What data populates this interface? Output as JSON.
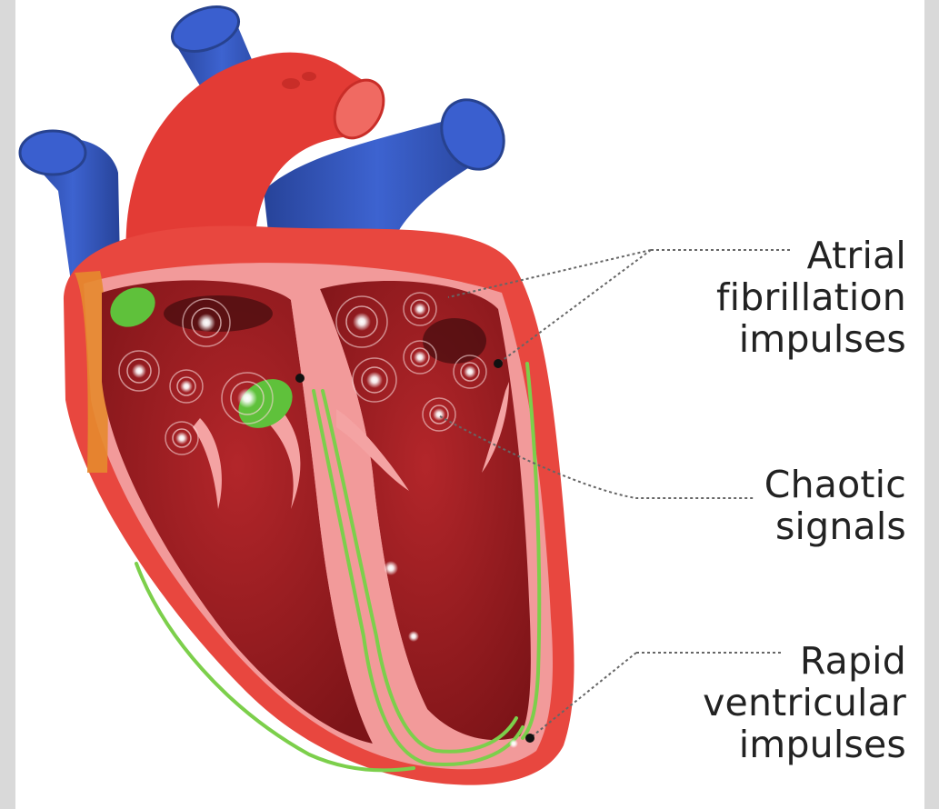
{
  "labels": {
    "atrial": {
      "lines": [
        "Atrial",
        "fibrillation",
        "impulses"
      ]
    },
    "chaotic": {
      "lines": [
        "Chaotic",
        "signals"
      ]
    },
    "rapid": {
      "lines": [
        "Rapid",
        "ventricular",
        "impulses"
      ]
    }
  },
  "colors": {
    "background": "#d9d9d9",
    "panel": "#ffffff",
    "heart_outer": "#e8473f",
    "heart_wall": "#f29a9a",
    "chamber": "#9b1c1f",
    "vein": "#2f4fb7",
    "conduction": "#7ccf4b",
    "text": "#222222"
  }
}
